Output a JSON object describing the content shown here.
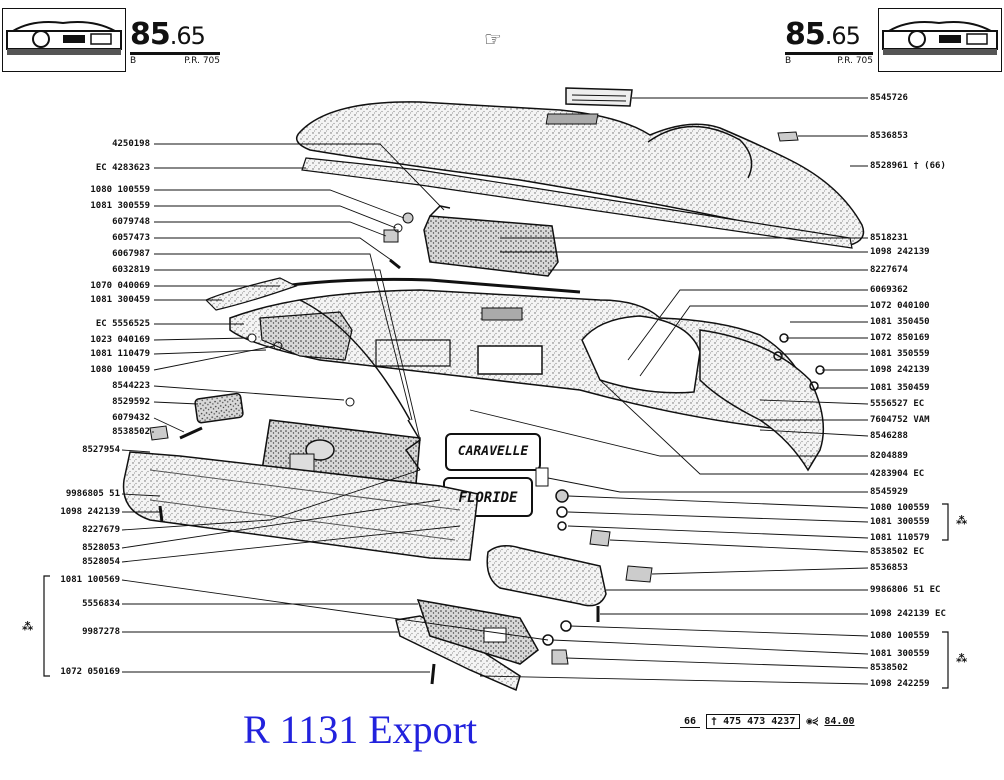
{
  "header": {
    "page_number_main": "85",
    "page_number_decimal": ".65",
    "sub_left": "B",
    "sub_right": "P.R. 705",
    "pointer_icon": "pointing-hand-icon"
  },
  "left_labels": [
    "4250198",
    "EC 4283623",
    "1080 100559",
    "1081 300559",
    "6079748",
    "6057473",
    "6067987",
    "6032819",
    "1070 040069",
    "1081 300459",
    "EC 5556525",
    "1023 040169",
    "1081 110479",
    "1080 100459",
    "8544223",
    "8529592",
    "6079432",
    "8538502",
    "8527954",
    "9986805 51",
    "1098 242139",
    "8227679",
    "8528053",
    "8528054",
    "1081 100569",
    "5556834",
    "9987278",
    "1072 050169"
  ],
  "right_labels": [
    "8545726",
    "8536853",
    "8528961 † (66)",
    "8518231",
    "1098 242139",
    "8227674",
    "6069362",
    "1072 040100",
    "1081 350450",
    "1072 850169",
    "1081 350559",
    "1098 242139",
    "1081 350459",
    "5556527 EC",
    "7604752 VAM",
    "8546288",
    "8204889",
    "4283904 EC",
    "8545929",
    "1080 100559",
    "1081 300559",
    "1081 110579",
    "8538502 EC",
    "8536853",
    "9986806 51 EC",
    "1098 242139 EC",
    "1080 100559",
    "1081 300559",
    "8538502",
    "1098 242259"
  ],
  "badges": {
    "top": "CARAVELLE",
    "bottom": "FLORIDE"
  },
  "group_symbol": "⁂",
  "caption": "R 1131 Export",
  "footer_ref": {
    "page": "66",
    "reference": "† 475 473 4237",
    "target": "84.00"
  }
}
